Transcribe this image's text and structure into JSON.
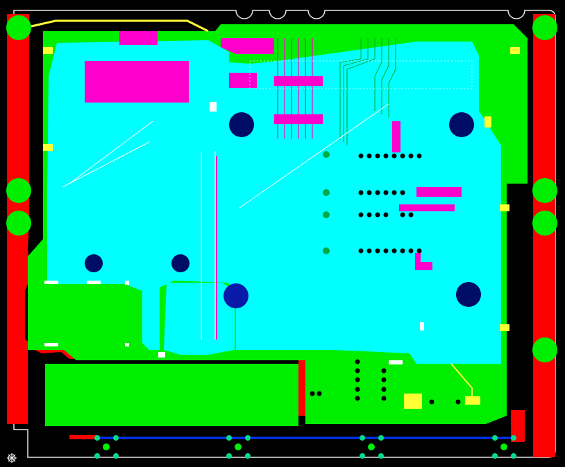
{
  "view": {
    "layers": [
      "top-copper",
      "bottom-copper",
      "copper-pour",
      "silkscreen"
    ]
  },
  "colors": {
    "background": "#000000",
    "board_outline": "#e6e6e6",
    "top_copper": "#ff0000",
    "pour": "#00ee00",
    "inner_pour": "#00ffff",
    "component": "#ff00cc",
    "via": "#00cc44",
    "trace_bottom": "#0033ff",
    "trace_top_yellow": "#ffff33",
    "silk": "#ffffff",
    "dark_pad": "#000d66"
  },
  "icons": {
    "origin_marker": "crosshair-origin-icon"
  }
}
